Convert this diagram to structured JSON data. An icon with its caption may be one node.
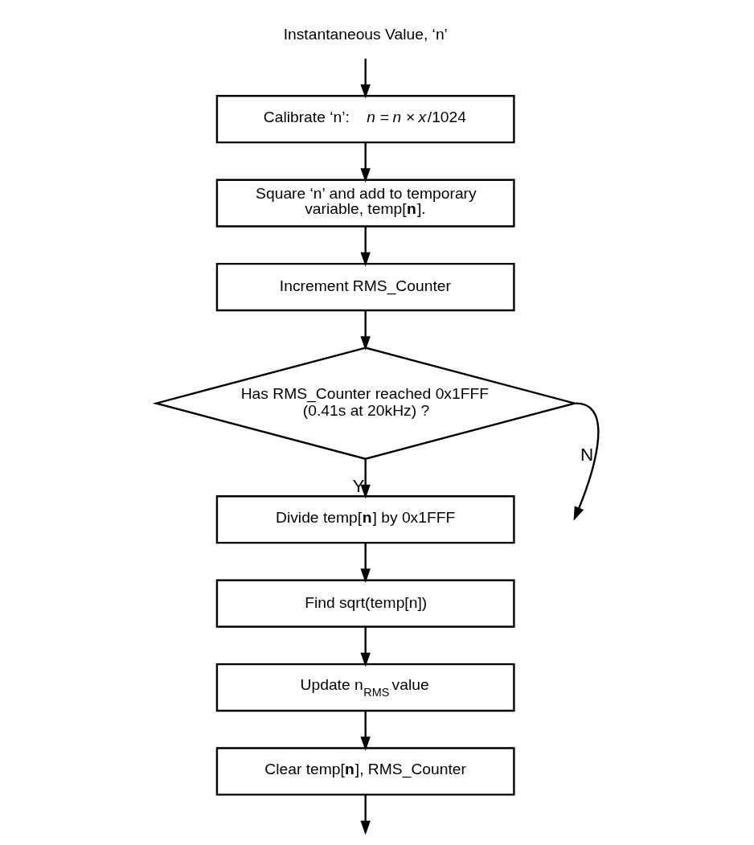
{
  "diagram": {
    "nodes": [
      {
        "text": [
          "Instantaneous Value, ‘n’"
        ]
      },
      {
        "text": [
          "Calibrate ‘n’:    *n* = *n* × *x*/1024"
        ]
      },
      {
        "text": [
          "Square ‘n’ and add to temporary variable, temp[**n**]."
        ]
      },
      {
        "text": [
          "Increment RMS_Counter"
        ]
      },
      {
        "text": [
          "Has RMS_Counter reached 0x1FFF (0.41s at 20kHz) ?"
        ]
      },
      {
        "text": [
          "Divide temp[**n**] by 0x1FFF"
        ]
      },
      {
        "text": [
          "Find sqrt(temp[n])"
        ]
      },
      {
        "text": [
          "Update n$_{RMS}$ value"
        ]
      },
      {
        "text": [
          "Clear temp[**n**], RMS_Counter"
        ]
      }
    ],
    "edges": [
      {
        "from": 0,
        "to": 1,
        "arrow": "to"
      },
      {
        "from": 1,
        "to": 2,
        "arrow": "to"
      },
      {
        "from": 2,
        "to": 3,
        "arrow": "to"
      },
      {
        "from": 3,
        "to": 4,
        "arrow": "to"
      },
      {
        "from": 4,
        "to": 5,
        "arrow": "to",
        "label": "Y"
      },
      {
        "from": 5,
        "to": 6,
        "arrow": "to"
      },
      {
        "from": 6,
        "to": 7,
        "arrow": "to"
      },
      {
        "from": 7,
        "to": 8,
        "arrow": "to"
      },
      {
        "from": 8,
        "to": null,
        "arrow": "to"
      },
      {
        "from": 4,
        "to": null,
        "arrow": "to",
        "label": "N"
      }
    ]
  }
}
